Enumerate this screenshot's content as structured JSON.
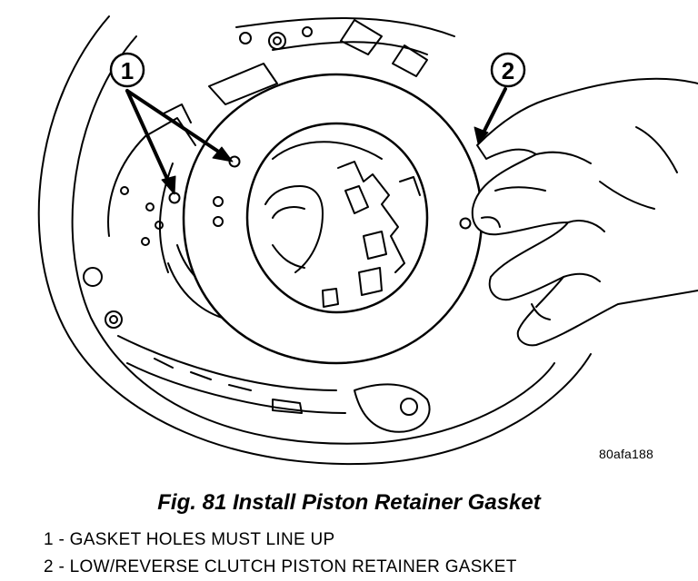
{
  "figure": {
    "callouts": [
      {
        "number": "1"
      },
      {
        "number": "2"
      }
    ],
    "reference_code": "80afa188"
  },
  "caption": "Fig. 81 Install Piston Retainer Gasket",
  "legend": [
    "1 - GASKET HOLES MUST LINE UP",
    "2 - LOW/REVERSE CLUTCH PISTON RETAINER GASKET"
  ]
}
